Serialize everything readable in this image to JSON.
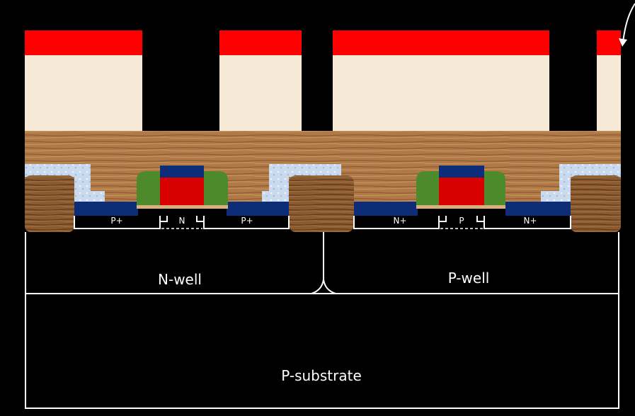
{
  "labels": {
    "p_plus_left": "P+",
    "n_channel": "N",
    "p_plus_right": "P+",
    "n_plus_left": "N+",
    "p_channel": "P",
    "n_plus_right": "N+",
    "n_well": "N-well",
    "p_well": "P-well",
    "p_substrate": "P-substrate"
  },
  "colors": {
    "background": "#000000",
    "metal_cap": "#ff0000",
    "dielectric": "#f6ead6",
    "wood_oxide": "#b07a48",
    "diffusion": "#0d2d78",
    "gate_poly": "#d80000",
    "gate_cap": "#0d2d78",
    "spacer": "#4c8a2c",
    "liner": "#c9d9ee",
    "outline": "#ffffff"
  }
}
